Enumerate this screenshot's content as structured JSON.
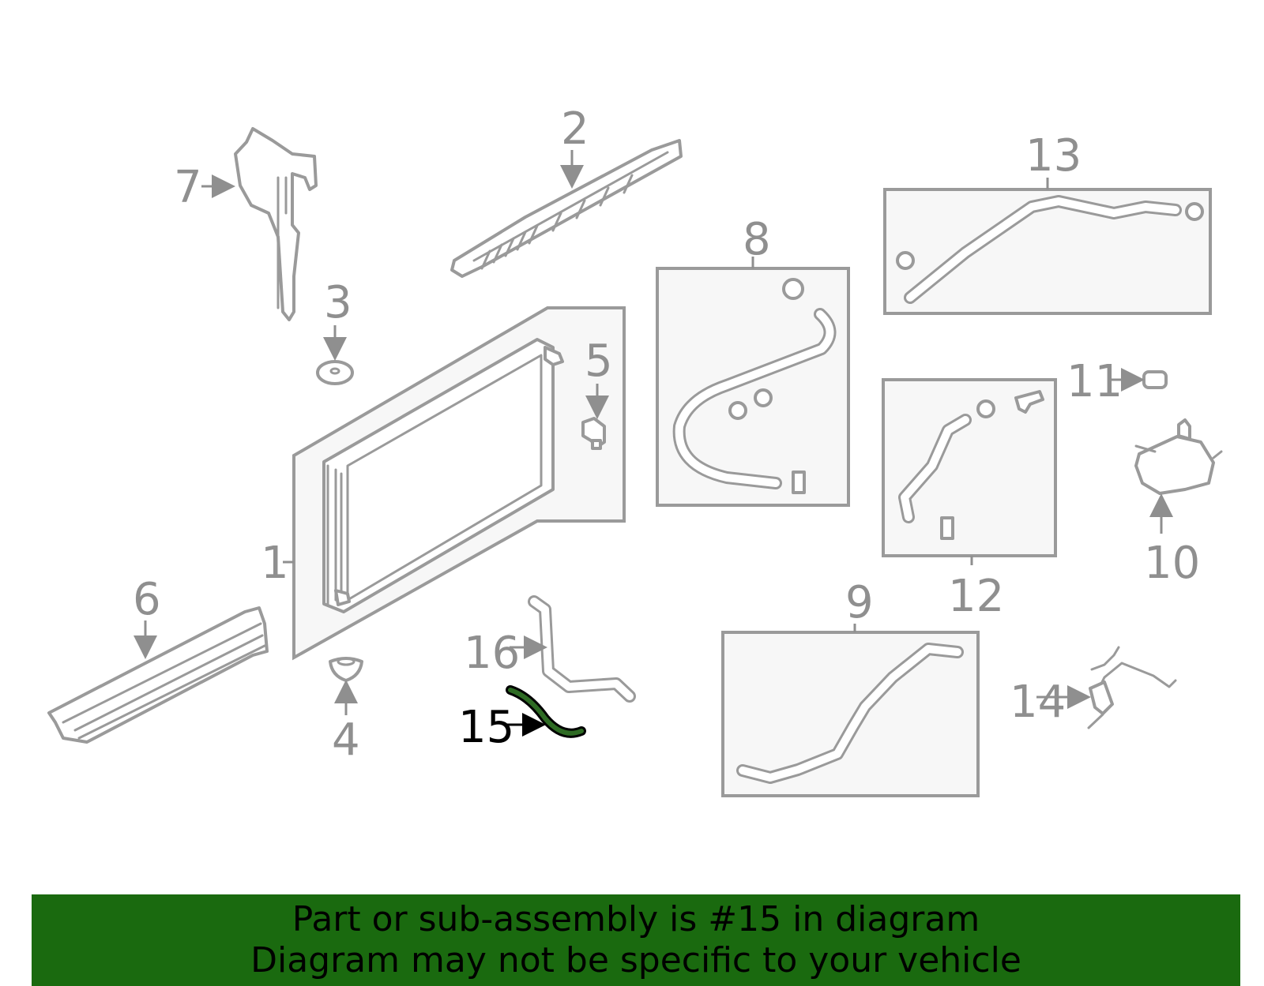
{
  "callouts": {
    "c1": "1",
    "c2": "2",
    "c3": "3",
    "c4": "4",
    "c5": "5",
    "c6": "6",
    "c7": "7",
    "c8": "8",
    "c9": "9",
    "c10": "10",
    "c11": "11",
    "c12": "12",
    "c13": "13",
    "c14": "14",
    "c15": "15",
    "c16": "16"
  },
  "highlighted_part": "15",
  "colors": {
    "banner": "#1a6a0f",
    "part_stroke": "#9a9a9a",
    "highlight_stroke": "#0d3d08",
    "label": "#8f8f8f"
  },
  "banner": {
    "line1": "Part or sub-assembly is #15 in diagram",
    "line2": "Diagram may not be specific to your vehicle"
  }
}
